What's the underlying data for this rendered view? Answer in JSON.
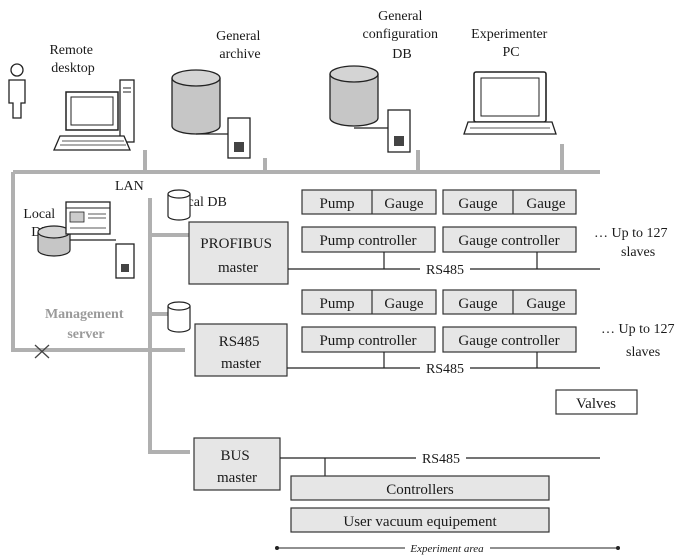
{
  "labels": {
    "remote_desktop": [
      "Remote",
      "desktop"
    ],
    "general_archive": [
      "General",
      "archive"
    ],
    "general_config": [
      "General",
      "configuration",
      "DB"
    ],
    "experimenter_pc": [
      "Experimenter",
      "PC"
    ],
    "lan": "LAN",
    "local_db_left": [
      "Local",
      "DB"
    ],
    "local_db_top": "Local DB",
    "management_server": [
      "Management",
      "server"
    ],
    "profibus_master": [
      "PROFIBUS",
      "master"
    ],
    "rs485_master": [
      "RS485",
      "master"
    ],
    "bus_master": [
      "BUS",
      "master"
    ],
    "pump": "Pump",
    "gauge": "Gauge",
    "pump_controller": "Pump controller",
    "gauge_controller": "Gauge controller",
    "rs485": "RS485",
    "up_to_127": [
      "… Up to 127",
      "slaves"
    ],
    "valves": "Valves",
    "controllers": "Controllers",
    "user_vacuum": "User vacuum equipement",
    "experiment_area": "Experiment area"
  },
  "colors": {
    "lan": "#b0b0b0",
    "box_fill": "#e6e6e6",
    "server_text": "#9a9a9a"
  }
}
